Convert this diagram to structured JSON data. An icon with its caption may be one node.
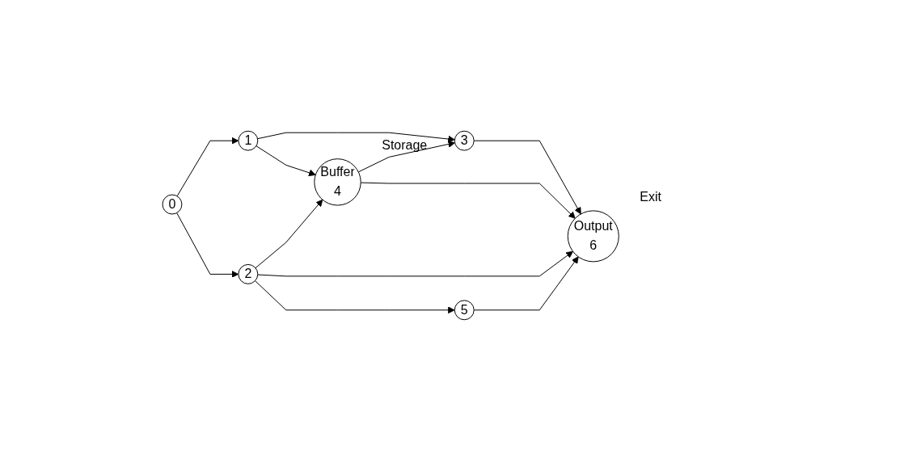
{
  "diagram": {
    "nodes": [
      {
        "text": [
          "0"
        ]
      },
      {
        "text": [
          "1"
        ]
      },
      {
        "text": [
          "2"
        ]
      },
      {
        "text": [
          "3"
        ]
      },
      {
        "text": [
          "Buffer",
          "4"
        ],
        "beside": [
          "Storage"
        ]
      },
      {
        "text": [
          "5"
        ]
      },
      {
        "text": [
          "Output",
          "6"
        ],
        "beside": [
          "Exit"
        ]
      }
    ],
    "edges": [
      {
        "from": 0,
        "to": 1,
        "arrow": "to"
      },
      {
        "from": 0,
        "to": 2,
        "arrow": "to"
      },
      {
        "from": 1,
        "to": 3,
        "arrow": "to"
      },
      {
        "from": 1,
        "to": 4,
        "arrow": "to"
      },
      {
        "from": 2,
        "to": 4,
        "arrow": "to"
      },
      {
        "from": 2,
        "to": 6,
        "arrow": "to"
      },
      {
        "from": 2,
        "to": 5,
        "arrow": "to"
      },
      {
        "from": 4,
        "to": 3,
        "arrow": "to"
      },
      {
        "from": 3,
        "to": 6,
        "arrow": "to"
      },
      {
        "from": 4,
        "to": 6,
        "arrow": "to"
      },
      {
        "from": 5,
        "to": 6,
        "arrow": "to"
      }
    ]
  }
}
